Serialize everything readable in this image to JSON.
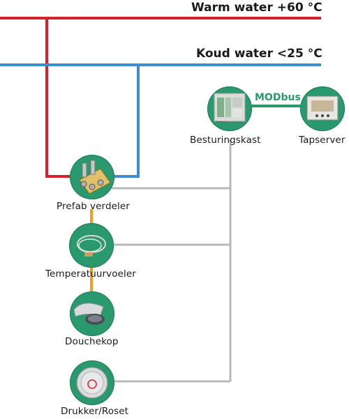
{
  "pipes": {
    "warm_label": "Warm water +60 °C",
    "cold_label": "Koud water <25 °C"
  },
  "nodes": {
    "besturingskast": "Besturingskast",
    "tapserver": "Tapserver",
    "prefab_verdeler": "Prefab verdeler",
    "temperatuurvoeler": "Temperatuurvoeler",
    "douchekop": "Douchekop",
    "drukker_roset": "Drukker/Roset"
  },
  "link": {
    "protocol": "MODbus"
  },
  "colors": {
    "warm": "#d8202a",
    "cold": "#3c8ed0",
    "control_line": "#b8b8b8",
    "sensor_line": "#f39c1e",
    "node": "#2a9a6e"
  }
}
